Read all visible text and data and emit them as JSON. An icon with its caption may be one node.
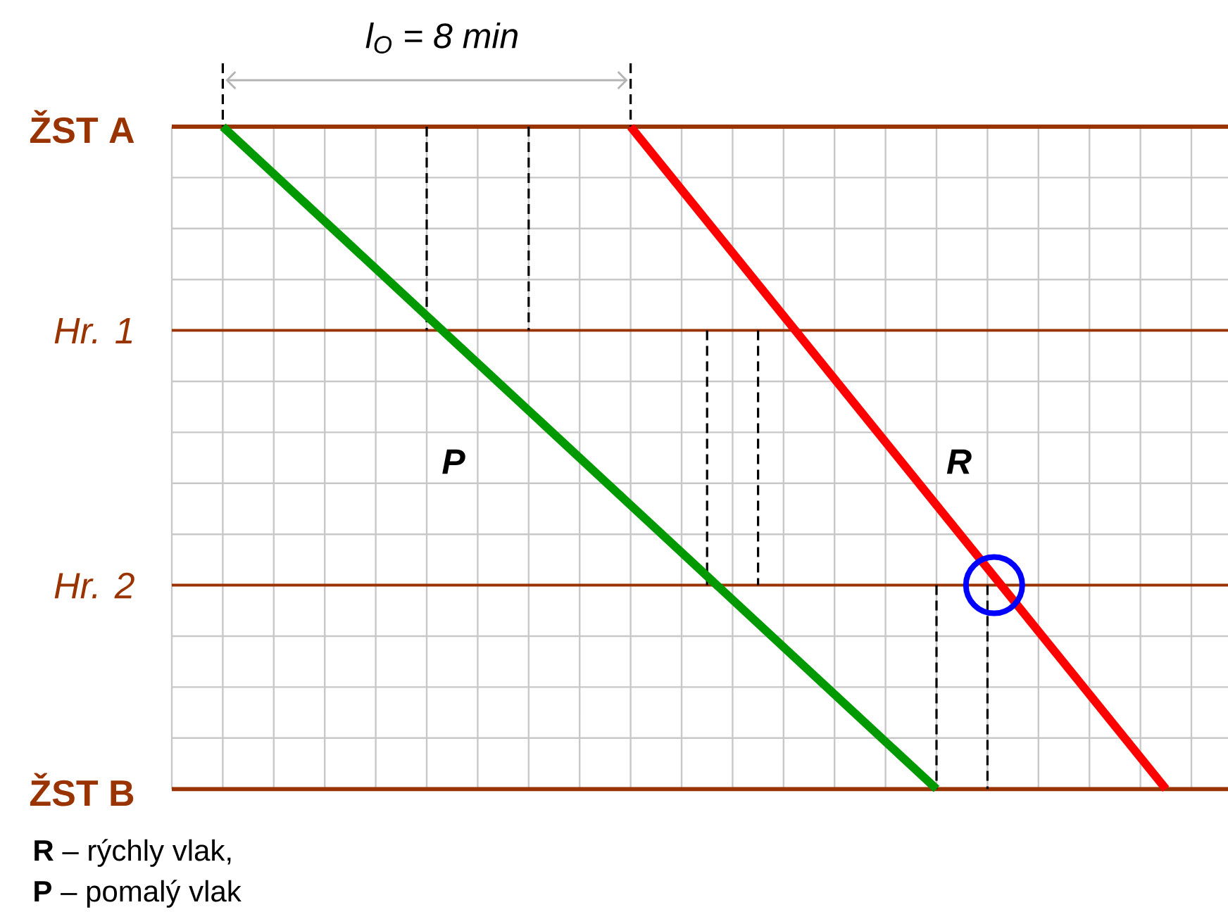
{
  "diagram": {
    "labels": [
      "l$_{O}$ = 8 min",
      "ŽST A",
      "Hr. 1",
      "P",
      "R",
      "Hr. 2",
      "ŽST B",
      "**R** – rýchly vlak,",
      "**P** – pomalý vlak"
    ]
  }
}
